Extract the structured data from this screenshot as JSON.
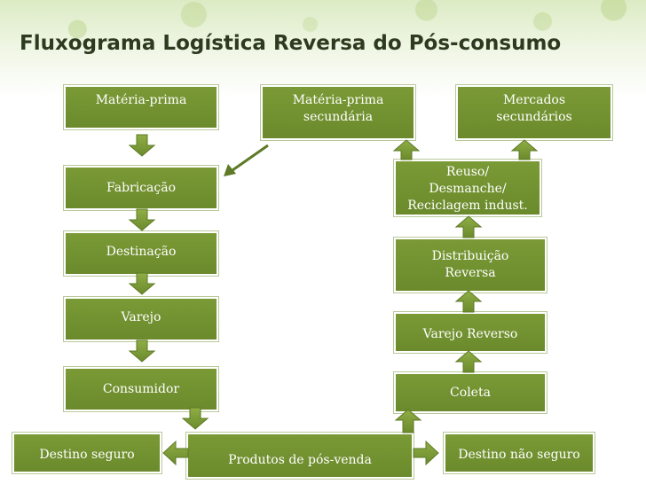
{
  "title": "Fluxograma Logística Reversa do Pós-consumo",
  "colors": {
    "box_fill": "#6b8a2c",
    "box_border": "#ffffff",
    "arrow_fill": "#7a9a36",
    "title": "#2d3a1f"
  },
  "nodes": {
    "materia_prima": "Matéria-prima",
    "materia_prima_secundaria": [
      "Matéria-prima",
      "secundária"
    ],
    "mercados_secundarios": [
      "Mercados",
      "secundários"
    ],
    "fabricacao": "Fabricação",
    "reuso": [
      "Reuso/",
      "Desmanche/",
      "Reciclagem indust."
    ],
    "destinacao": "Destinação",
    "distribuicao_reversa": [
      "Distribuição",
      "Reversa"
    ],
    "varejo": "Varejo",
    "varejo_reverso": "Varejo Reverso",
    "consumidor": "Consumidor",
    "coleta": "Coleta",
    "destino_seguro": "Destino seguro",
    "produtos_pos_venda": "Produtos de pós-venda",
    "destino_nao_seguro": "Destino não seguro"
  }
}
